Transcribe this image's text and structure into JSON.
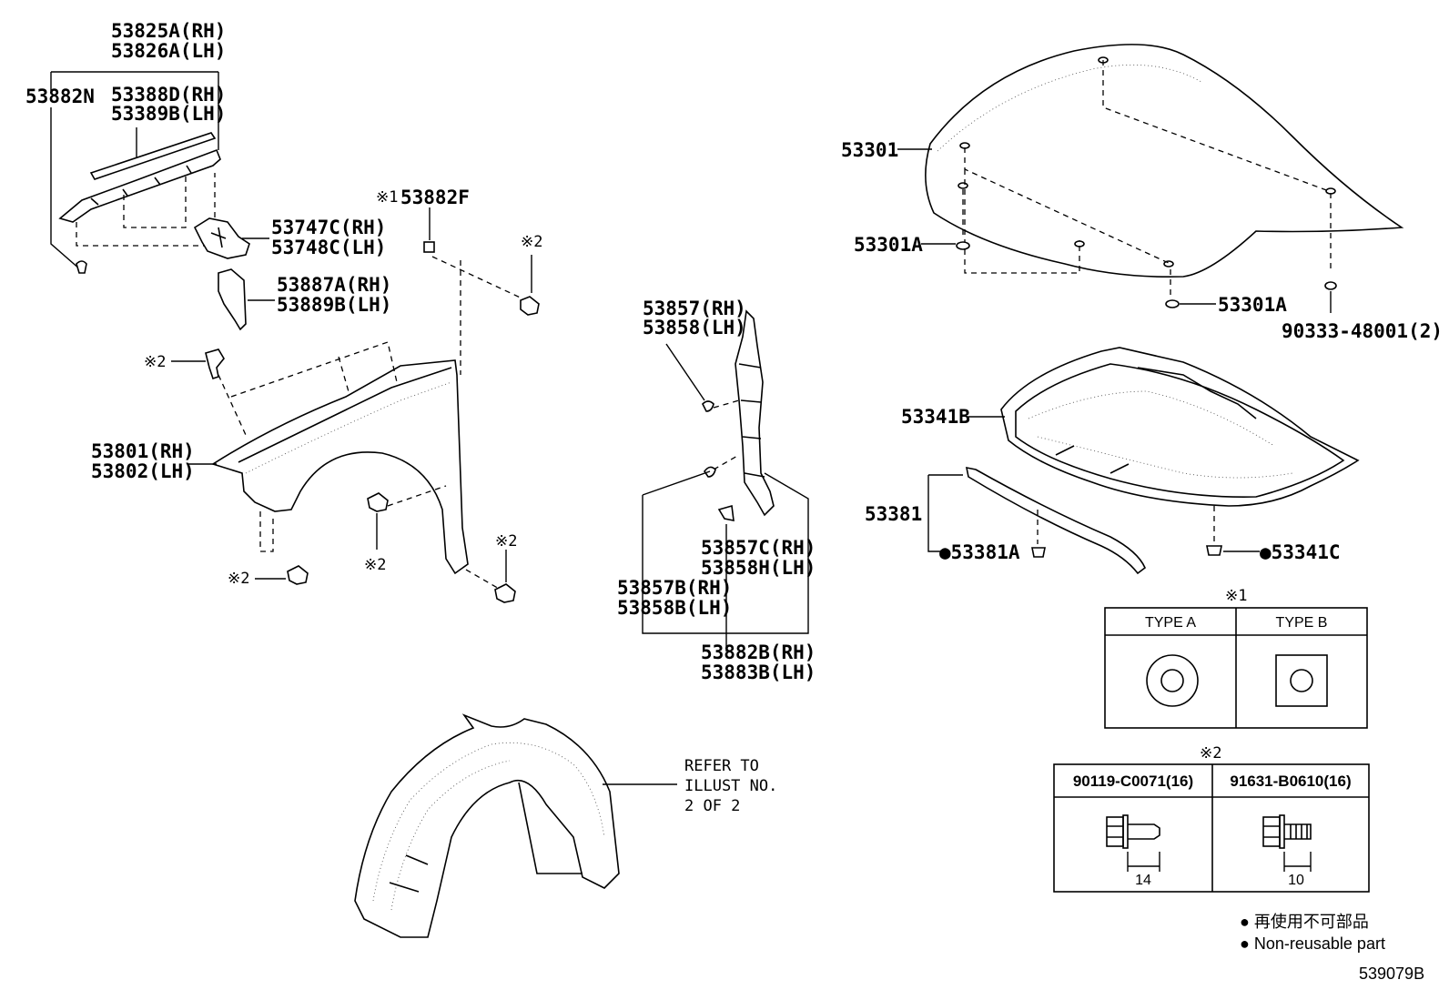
{
  "labels": {
    "p53825A": "53825A(RH)",
    "p53826A": "53826A(LH)",
    "p53882N": "53882N",
    "p53388D": "53388D(RH)",
    "p53389B": "53389B(LH)",
    "p53747C": "53747C(RH)",
    "p53748C": "53748C(LH)",
    "p53887A": "53887A(RH)",
    "p53889B": "53889B(LH)",
    "p53882F_mark": "※1",
    "p53882F": "53882F",
    "note2_a": "※2",
    "note2_b": "※2",
    "note2_c": "※2",
    "note2_d": "※2",
    "note2_e": "※2",
    "p53801": "53801(RH)",
    "p53802": "53802(LH)",
    "p53857": "53857(RH)",
    "p53858": "53858(LH)",
    "p53857C": "53857C(RH)",
    "p53858H": "53858H(LH)",
    "p53857B": "53857B(RH)",
    "p53858B": "53858B(LH)",
    "p53882B": "53882B(RH)",
    "p53883B": "53883B(LH)",
    "p53301": "53301",
    "p53301A_left": "53301A",
    "p53301A_right": "53301A",
    "p90333": "90333-48001(2)",
    "p53341B": "53341B",
    "p53381": "53381",
    "p53381A": "●53381A",
    "p53341C": "●53341C",
    "refer_line1": "REFER TO",
    "refer_line2": "ILLUST NO.",
    "refer_line3": "2 OF 2",
    "diagram_id": "539079B"
  },
  "table1": {
    "mark": "※1",
    "col_a": "TYPE A",
    "col_b": "TYPE B"
  },
  "table2": {
    "mark": "※2",
    "col_a": "90119-C0071(16)",
    "col_b": "91631-B0610(16)",
    "dim_a": "14",
    "dim_b": "10"
  },
  "legend": {
    "line1": "● 再使用不可部品",
    "line2": "● Non-reusable part"
  }
}
